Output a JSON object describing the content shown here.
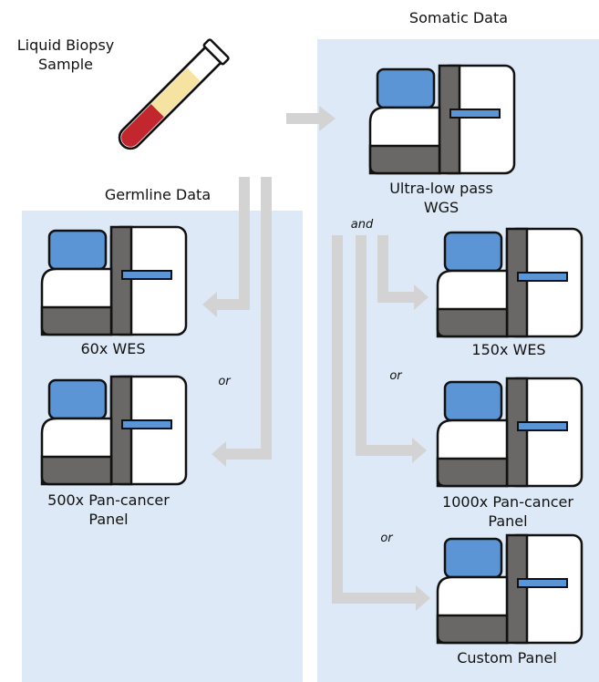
{
  "sample": {
    "title_line1": "Liquid Biopsy",
    "title_line2": "Sample"
  },
  "germline": {
    "title": "Germline Data",
    "items": [
      {
        "label_line1": "60x WES",
        "label_line2": ""
      },
      {
        "label_line1": "500x Pan-cancer",
        "label_line2": "Panel"
      }
    ],
    "connector": "or"
  },
  "somatic": {
    "title": "Somatic Data",
    "primary": {
      "label_line1": "Ultra-low pass",
      "label_line2": "WGS"
    },
    "connector_and": "and",
    "items": [
      {
        "label_line1": "150x WES",
        "label_line2": ""
      },
      {
        "label_line1": "1000x Pan-cancer",
        "label_line2": "Panel"
      },
      {
        "label_line1": "Custom Panel",
        "label_line2": ""
      }
    ],
    "connector_or_1": "or",
    "connector_or_2": "or"
  },
  "colors": {
    "panel_bg": "#dde9f6",
    "arrow": "#d3d3d3",
    "screen_blue": "#5b95d6",
    "machine_gray": "#6a6767",
    "blood_red": "#c1272d",
    "plasma_yellow": "#f7e3a1"
  },
  "icons": [
    "test-tube-icon",
    "sequencer-icon"
  ]
}
